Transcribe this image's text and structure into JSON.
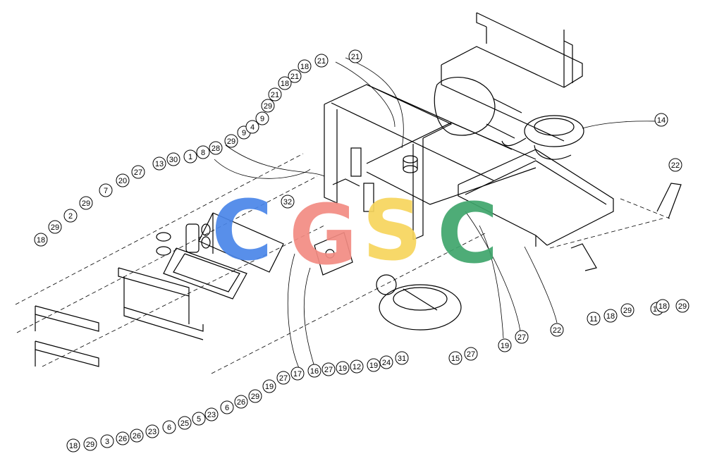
{
  "watermark": {
    "letters": [
      {
        "char": "C",
        "color": "#4a86e8"
      },
      {
        "char": "G",
        "color": "#f28b82"
      },
      {
        "char": "S",
        "color": "#f6d55c"
      },
      {
        "char": "C",
        "color": "#3fa56b"
      }
    ]
  },
  "part_labels": [
    "21",
    "21",
    "18",
    "21",
    "18",
    "21",
    "29",
    "9",
    "9",
    "4",
    "29",
    "28",
    "8",
    "1",
    "30",
    "13",
    "27",
    "20",
    "7",
    "29",
    "2",
    "29",
    "18",
    "32",
    "22",
    "14",
    "10",
    "18",
    "29",
    "29",
    "18",
    "11",
    "22",
    "27",
    "19",
    "27",
    "15",
    "31",
    "24",
    "19",
    "12",
    "19",
    "27",
    "16",
    "17",
    "27",
    "19",
    "29",
    "26",
    "6",
    "23",
    "5",
    "25",
    "6",
    "23",
    "26",
    "26",
    "3",
    "29",
    "18"
  ],
  "colors": {
    "line": "#000000",
    "background": "#ffffff"
  }
}
